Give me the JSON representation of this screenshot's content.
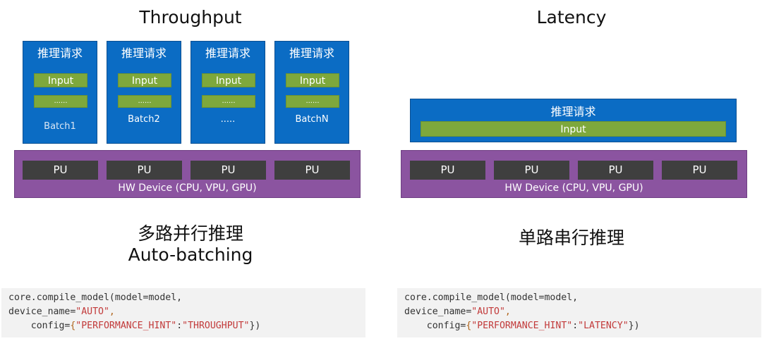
{
  "left": {
    "title": "Throughput",
    "requests": [
      {
        "label": "推理请求",
        "input": "Input",
        "dots": "......",
        "batch": "Batch1"
      },
      {
        "label": "推理请求",
        "input": "Input",
        "dots": "......",
        "batch": "Batch2"
      },
      {
        "label": "推理请求",
        "input": "Input",
        "dots": "......",
        "batch": "....."
      },
      {
        "label": "推理请求",
        "input": "Input",
        "dots": "......",
        "batch": "BatchN"
      }
    ],
    "pus": [
      "PU",
      "PU",
      "PU",
      "PU"
    ],
    "hw_label": "HW Device (CPU, VPU, GPU)",
    "cn_title": "多路并行推理",
    "subtitle": "Auto-batching",
    "code": {
      "line1_fn": "core.compile_model(model=model,",
      "line2_key": "device_name=",
      "line2_val": "\"AUTO\"",
      "line2_end": ",",
      "line3_key": "    config=",
      "line3_open": "{",
      "line3_k": "\"PERFORMANCE_HINT\"",
      "line3_colon": ":",
      "line3_v": "\"THROUGHPUT\"",
      "line3_close": "})"
    }
  },
  "right": {
    "title": "Latency",
    "request": {
      "label": "推理请求",
      "input": "Input"
    },
    "pus": [
      "PU",
      "PU",
      "PU",
      "PU"
    ],
    "hw_label": "HW Device (CPU, VPU, GPU)",
    "cn_title": "单路串行推理",
    "code": {
      "line1_fn": "core.compile_model(model=model,",
      "line2_key": "device_name=",
      "line2_val": "\"AUTO\"",
      "line2_end": ",",
      "line3_key": "    config=",
      "line3_open": "{",
      "line3_k": "\"PERFORMANCE_HINT\"",
      "line3_colon": ":",
      "line3_v": "\"LATENCY\"",
      "line3_close": "})"
    }
  }
}
